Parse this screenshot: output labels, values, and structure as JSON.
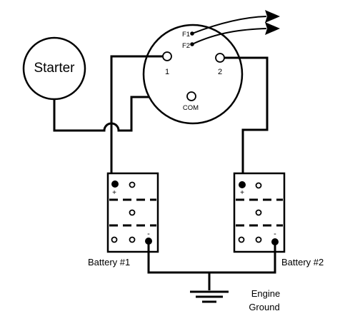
{
  "diagram": {
    "starter_label": "Starter",
    "switch": {
      "terminal_1": "1",
      "terminal_2": "2",
      "terminal_com": "COM",
      "field_1": "F1",
      "field_2": "F2"
    },
    "battery_1": {
      "label": "Battery #1",
      "positive": "+",
      "negative": "-"
    },
    "battery_2": {
      "label": "Battery #2",
      "positive": "+",
      "negative": "-"
    },
    "ground_label_line1": "Engine",
    "ground_label_line2": "Ground"
  }
}
